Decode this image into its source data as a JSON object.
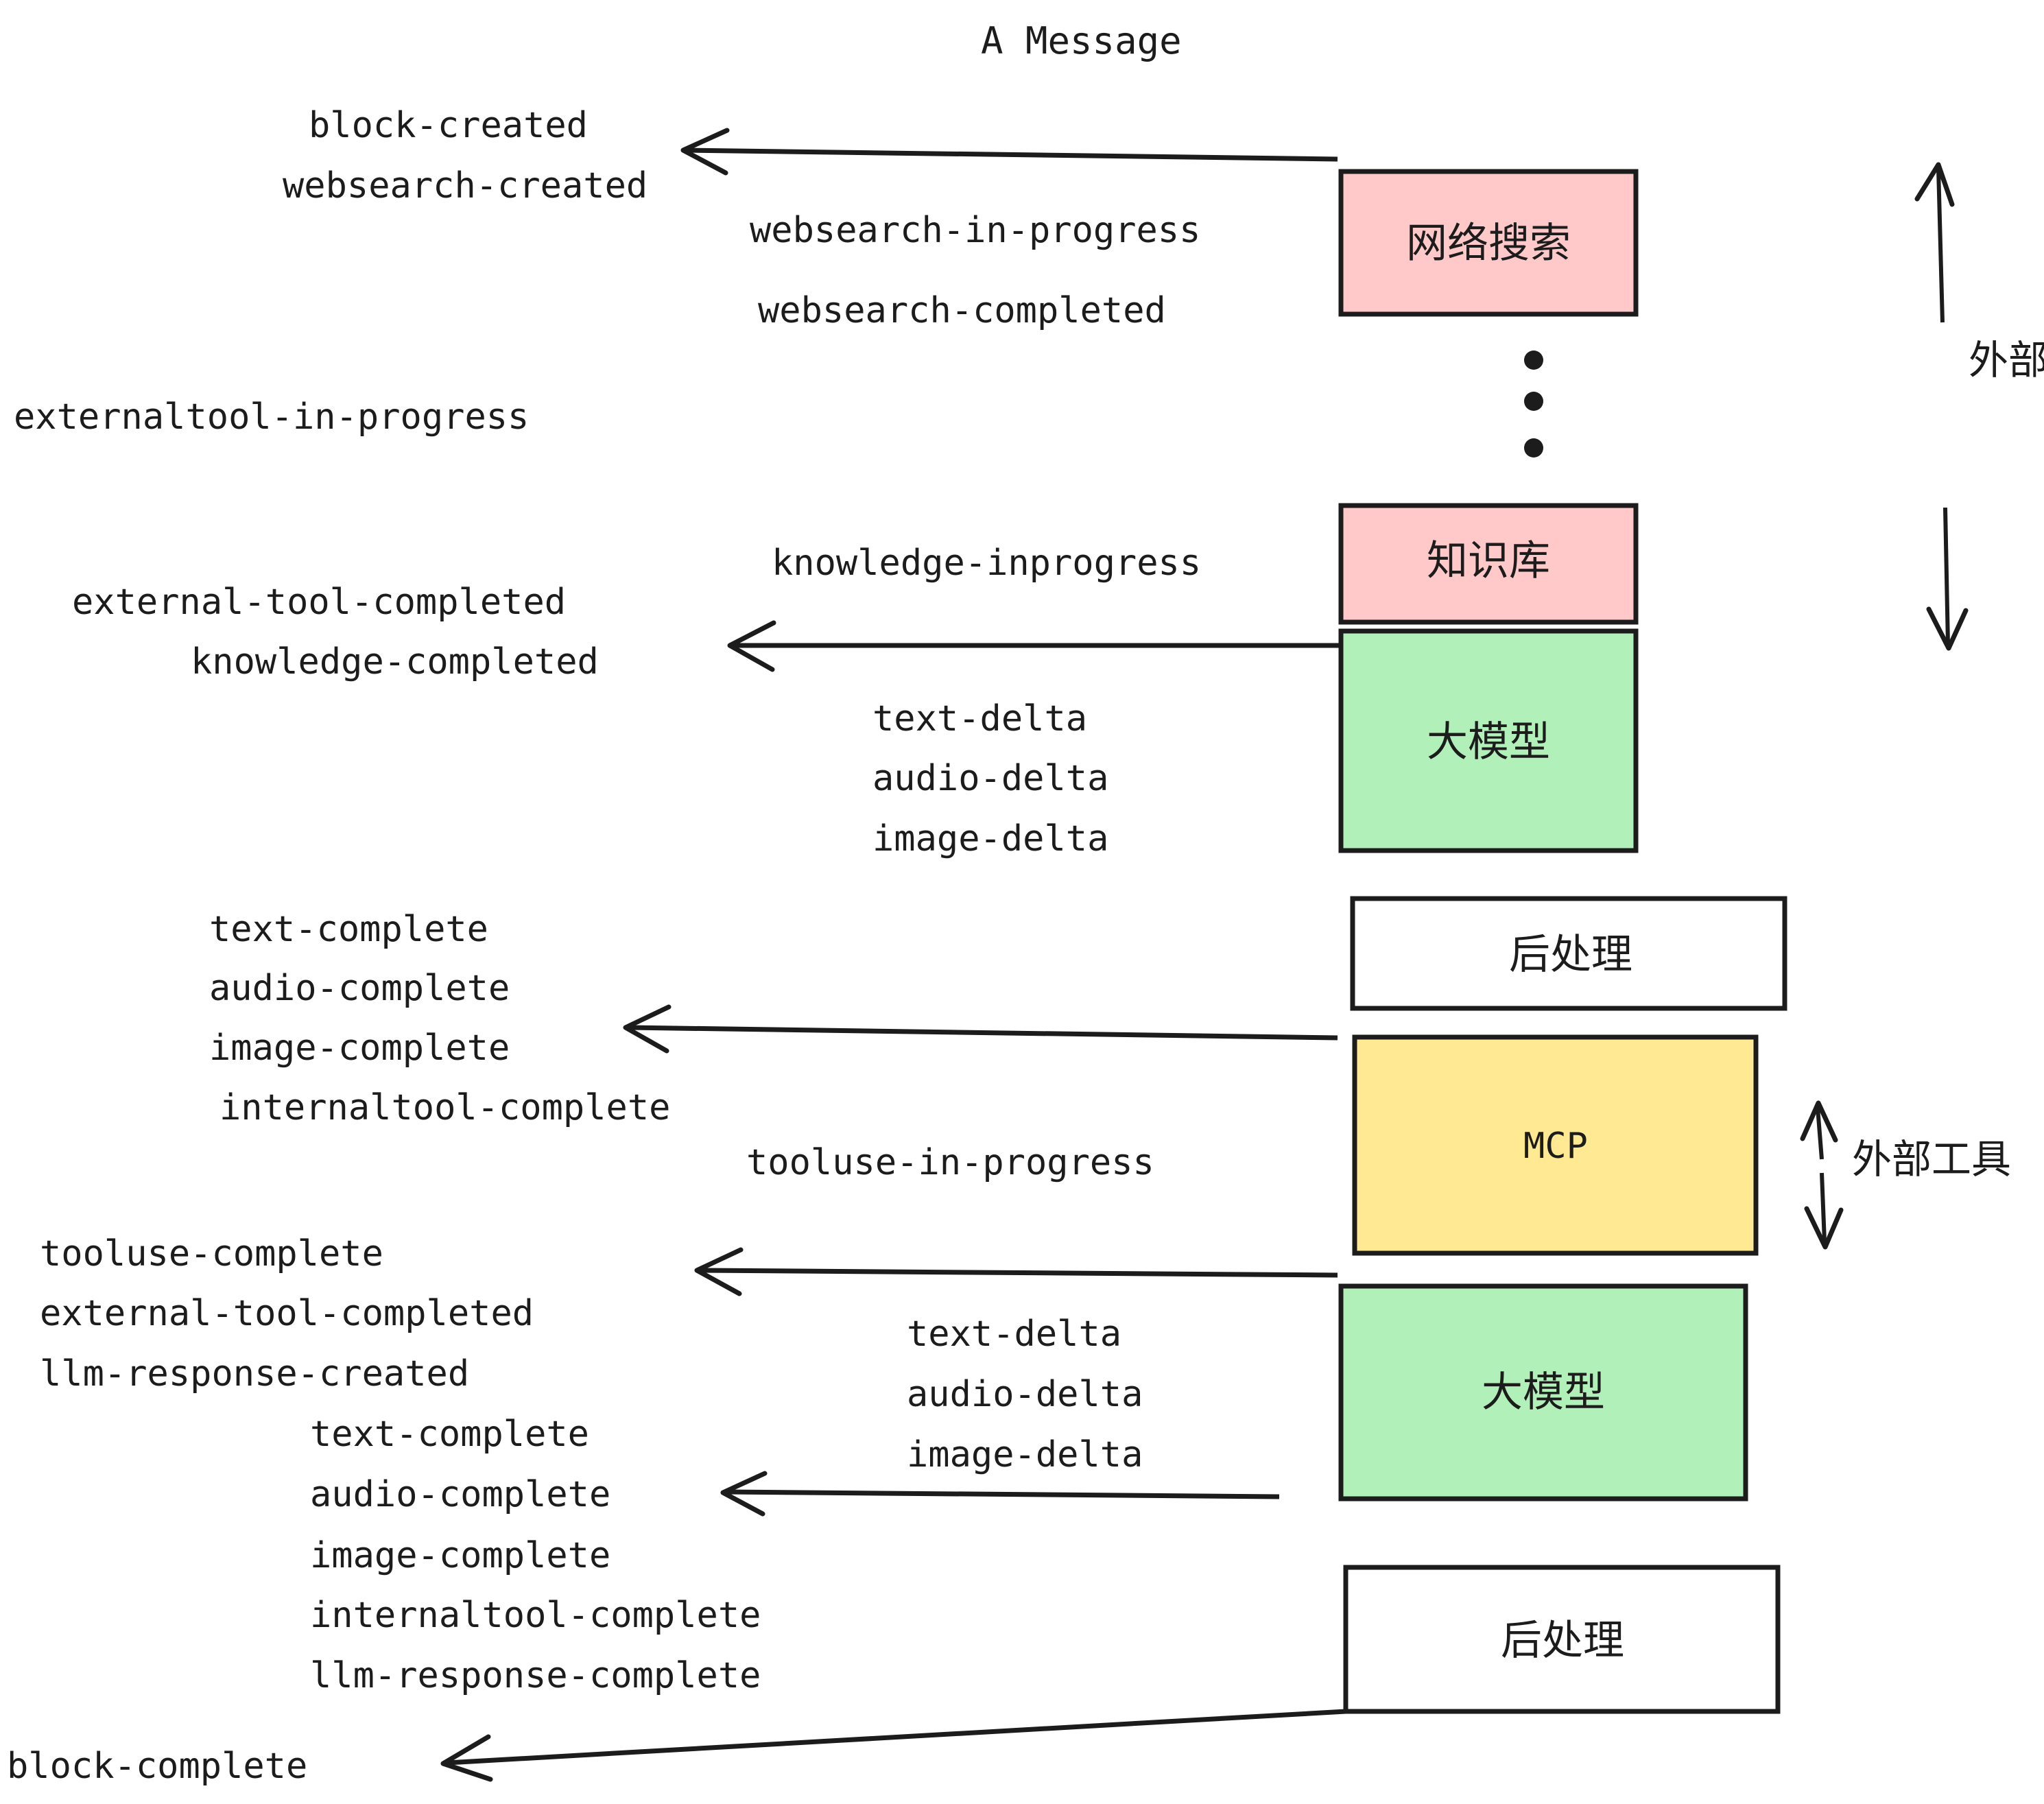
{
  "diagram": {
    "title": "A Message",
    "colors": {
      "pink": "#FFC9C9",
      "green": "#B2F0B9",
      "yellow": "#FFE993",
      "white": "#FFFFFF",
      "stroke": "#1C1C1C",
      "background": "#FFFFFF"
    },
    "nodes": [
      {
        "id": "websearch",
        "label": "网络搜索",
        "fill": "#FFC9C9"
      },
      {
        "id": "knowledge",
        "label": "知识库",
        "fill": "#FFC9C9"
      },
      {
        "id": "llm-1",
        "label": "大模型",
        "fill": "#B2F0B9"
      },
      {
        "id": "postproc-1",
        "label": "后处理",
        "fill": "#FFFFFF"
      },
      {
        "id": "mcp",
        "label": "MCP",
        "fill": "#FFE993"
      },
      {
        "id": "llm-2",
        "label": "大模型",
        "fill": "#B2F0B9"
      },
      {
        "id": "postproc-2",
        "label": "后处理",
        "fill": "#FFFFFF"
      }
    ],
    "side_labels": [
      {
        "id": "external-tool-top",
        "text": "外部工具"
      },
      {
        "id": "external-tool-bottom",
        "text": "外部工具"
      }
    ],
    "ellipsis": "···",
    "events": [
      {
        "id": "e01",
        "text": "block-created"
      },
      {
        "id": "e02",
        "text": "websearch-created"
      },
      {
        "id": "e03",
        "text": "websearch-in-progress"
      },
      {
        "id": "e04",
        "text": "websearch-completed"
      },
      {
        "id": "e05",
        "text": "externaltool-in-progress"
      },
      {
        "id": "e06",
        "text": "knowledge-inprogress"
      },
      {
        "id": "e07",
        "text": "external-tool-completed"
      },
      {
        "id": "e08",
        "text": "knowledge-completed"
      },
      {
        "id": "e09",
        "text": "text-delta"
      },
      {
        "id": "e10",
        "text": "audio-delta"
      },
      {
        "id": "e11",
        "text": "image-delta"
      },
      {
        "id": "e12",
        "text": "text-complete"
      },
      {
        "id": "e13",
        "text": "audio-complete"
      },
      {
        "id": "e14",
        "text": "image-complete"
      },
      {
        "id": "e15",
        "text": "internaltool-complete"
      },
      {
        "id": "e16",
        "text": "tooluse-in-progress"
      },
      {
        "id": "e17",
        "text": "tooluse-complete"
      },
      {
        "id": "e18",
        "text": "external-tool-completed"
      },
      {
        "id": "e19",
        "text": "llm-response-created"
      },
      {
        "id": "e20",
        "text": "text-delta"
      },
      {
        "id": "e21",
        "text": "audio-delta"
      },
      {
        "id": "e22",
        "text": "image-delta"
      },
      {
        "id": "e23",
        "text": "text-complete"
      },
      {
        "id": "e24",
        "text": "audio-complete"
      },
      {
        "id": "e25",
        "text": "image-complete"
      },
      {
        "id": "e26",
        "text": "internaltool-complete"
      },
      {
        "id": "e27",
        "text": "llm-response-complete"
      },
      {
        "id": "e28",
        "text": "block-complete"
      }
    ]
  }
}
